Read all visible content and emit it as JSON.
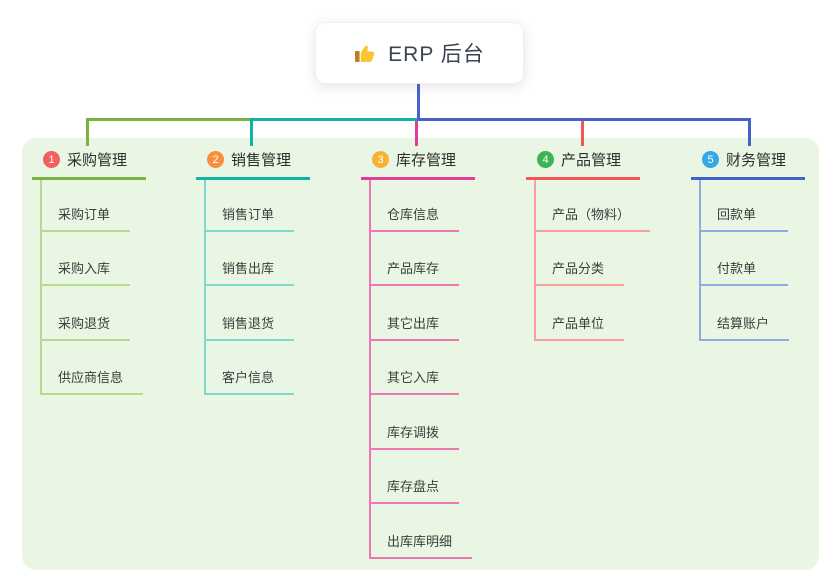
{
  "root": {
    "title": "ERP 后台",
    "icon": "thumbs-up"
  },
  "colors": {
    "panel_bg": "#e8f6e3",
    "root_line": "#4a61cb",
    "root_text": "#3b4353"
  },
  "branches": [
    {
      "index": "1",
      "label": "采购管理",
      "badge_color": "#f2615e",
      "line_color": "#7cb33e",
      "child_line_color": "#b6db90",
      "children": [
        "采购订单",
        "采购入库",
        "采购退货",
        "供应商信息"
      ]
    },
    {
      "index": "2",
      "label": "销售管理",
      "badge_color": "#f9903e",
      "line_color": "#14b2a4",
      "child_line_color": "#82d7cd",
      "children": [
        "销售订单",
        "销售出库",
        "销售退货",
        "客户信息"
      ]
    },
    {
      "index": "3",
      "label": "库存管理",
      "badge_color": "#f7b234",
      "line_color": "#e23c96",
      "child_line_color": "#f176b4",
      "children": [
        "仓库信息",
        "产品库存",
        "其它出库",
        "其它入库",
        "库存调拨",
        "库存盘点",
        "出库库明细"
      ]
    },
    {
      "index": "4",
      "label": "产品管理",
      "badge_color": "#3cb454",
      "line_color": "#f25656",
      "child_line_color": "#f8a09d",
      "children": [
        "产品（物料）",
        "产品分类",
        "产品单位"
      ]
    },
    {
      "index": "5",
      "label": "财务管理",
      "badge_color": "#36a7e4",
      "line_color": "#3f63c9",
      "child_line_color": "#93a9e0",
      "children": [
        "回款单",
        "付款单",
        "结算账户"
      ]
    }
  ]
}
